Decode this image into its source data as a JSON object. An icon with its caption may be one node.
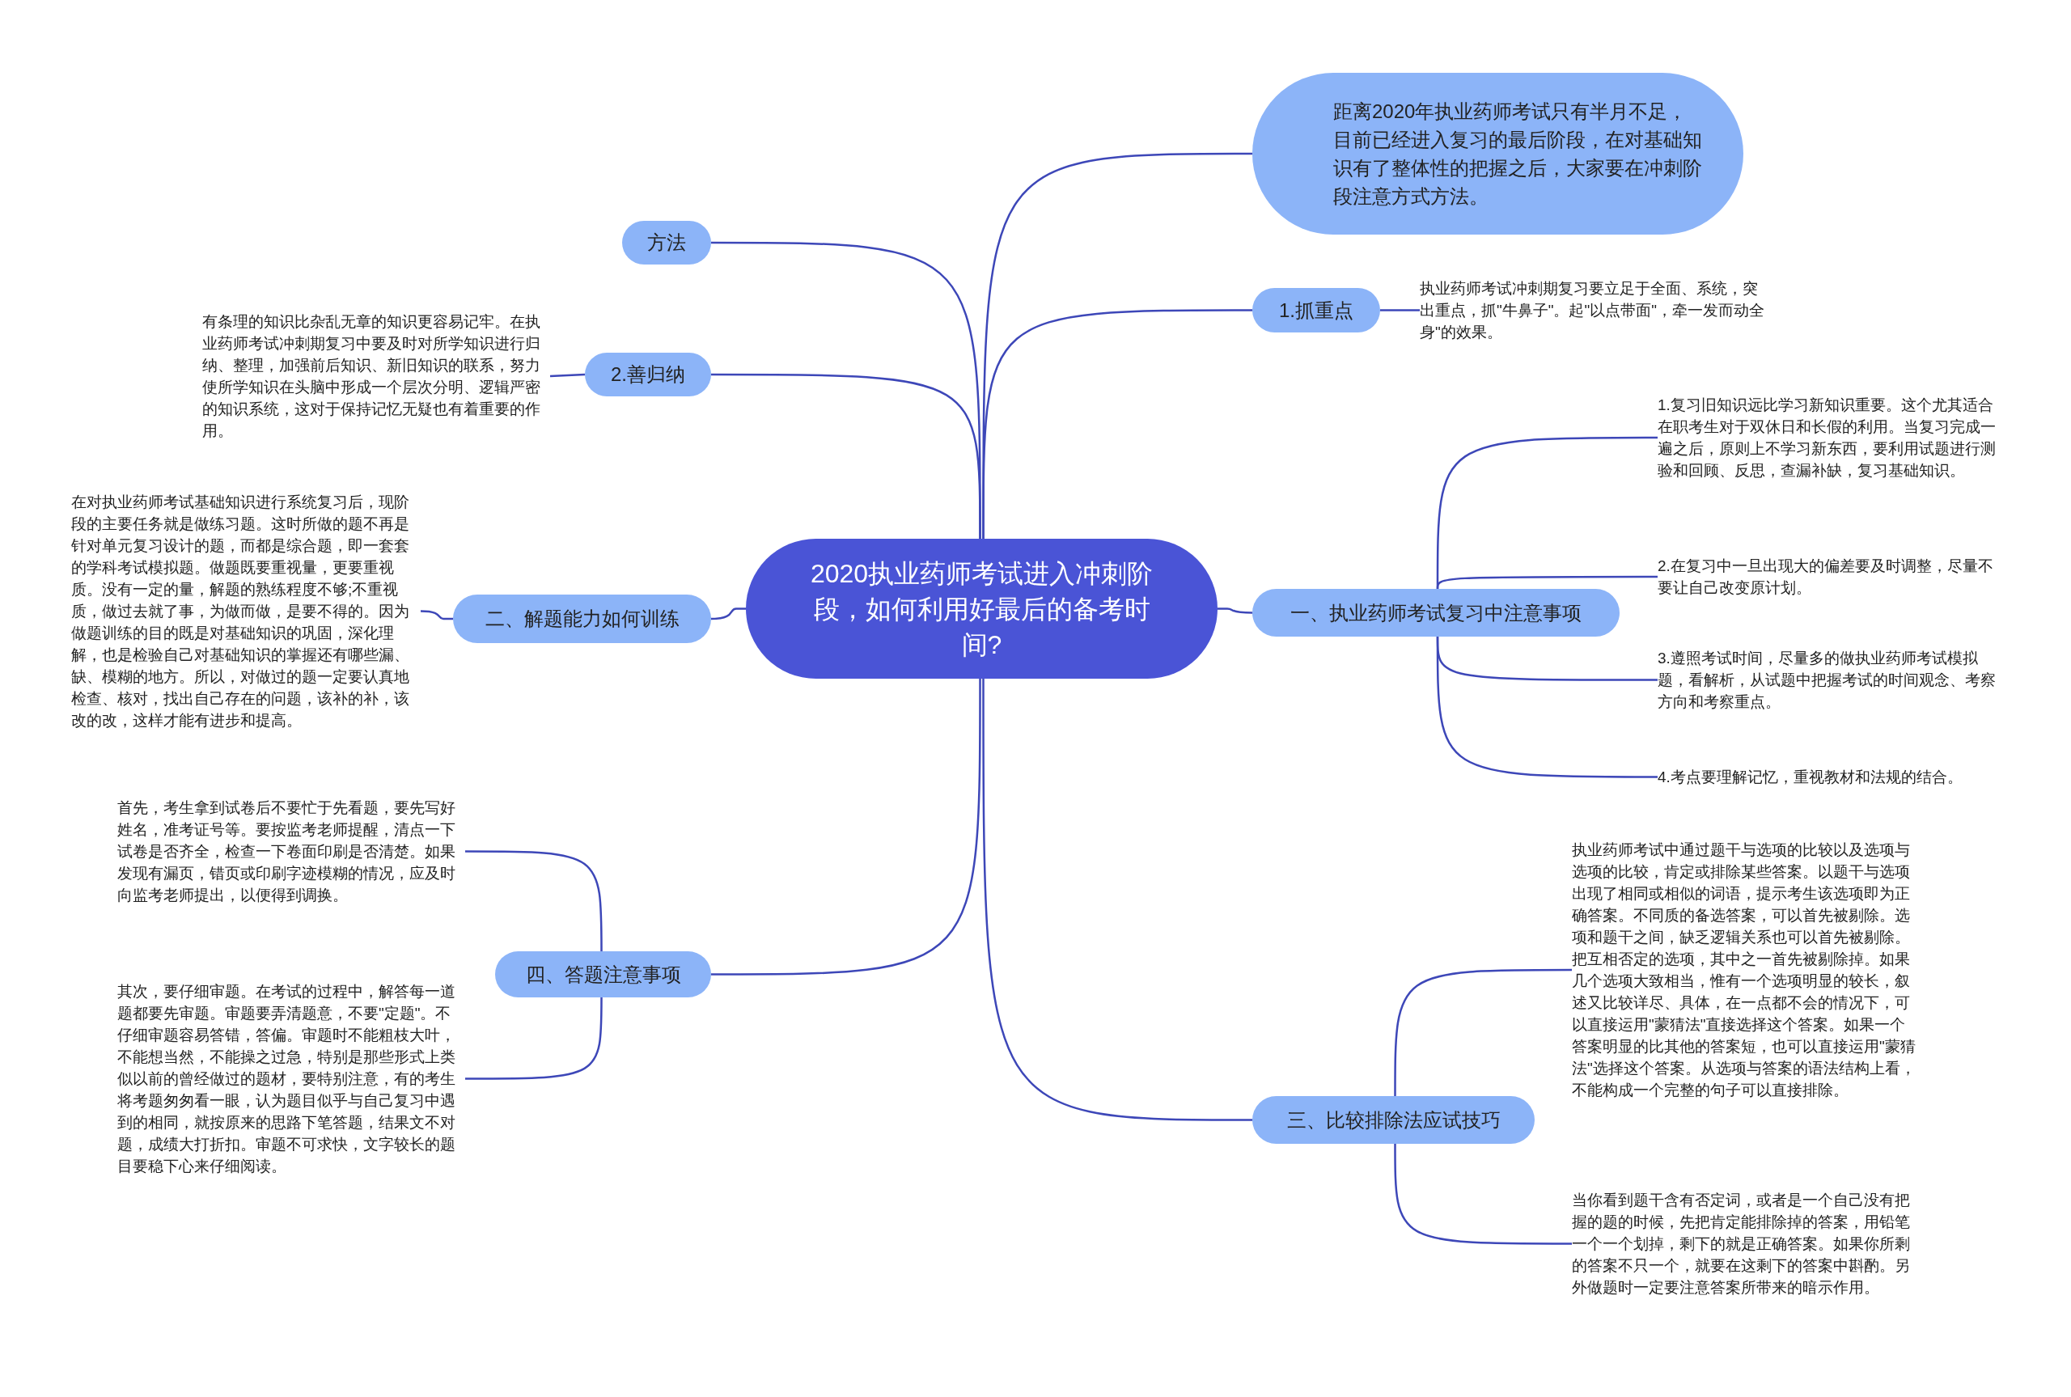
{
  "diagram": {
    "nodes": [
      {
        "text": [
          "2020执业药师考试进入冲刺阶段，如何利用好最后的备考时间?"
        ]
      },
      {
        "text": [
          "距离2020年执业药师考试只有半月不足，目前已经进入复习的最后阶段，在对基础知识有了整体性的把握之后，大家要在冲刺阶段注意方式方法。"
        ]
      },
      {
        "text": [
          "方法"
        ]
      },
      {
        "text": [
          "2.善归纳"
        ]
      },
      {
        "text": [
          "有条理的知识比杂乱无章的知识更容易记牢。在执业药师考试冲刺期复习中要及时对所学知识进行归纳、整理，加强前后知识、新旧知识的联系，努力使所学知识在头脑中形成一个层次分明、逻辑严密的知识系统，这对于保持记忆无疑也有着重要的作用。"
        ]
      },
      {
        "text": [
          "1.抓重点"
        ]
      },
      {
        "text": [
          "执业药师考试冲刺期复习要立足于全面、系统，突出重点，抓\"牛鼻子\"。起\"以点带面\"，牵一发而动全身\"的效果。"
        ]
      },
      {
        "text": [
          "一、执业药师考试复习中注意事项"
        ]
      },
      {
        "text": [
          "1.复习旧知识远比学习新知识重要。这个尤其适合在职考生对于双休日和长假的利用。当复习完成一遍之后，原则上不学习新东西，要利用试题进行测验和回顾、反思，查漏补缺，复习基础知识。"
        ]
      },
      {
        "text": [
          "2.在复习中一旦出现大的偏差要及时调整，尽量不要让自己改变原计划。"
        ]
      },
      {
        "text": [
          "3.遵照考试时间，尽量多的做执业药师考试模拟题，看解析，从试题中把握考试的时间观念、考察方向和考察重点。"
        ]
      },
      {
        "text": [
          "4.考点要理解记忆，重视教材和法规的结合。"
        ]
      },
      {
        "text": [
          "二、解题能力如何训练"
        ]
      },
      {
        "text": [
          "在对执业药师考试基础知识进行系统复习后，现阶段的主要任务就是做练习题。这时所做的题不再是针对单元复习设计的题，而都是综合题，即一套套的学科考试模拟题。做题既要重视量，更要重视质。没有一定的量，解题的熟练程度不够;不重视质，做过去就了事，为做而做，是要不得的。因为做题训练的目的既是对基础知识的巩固，深化理解，也是检验自己对基础知识的掌握还有哪些漏、缺、模糊的地方。所以，对做过的题一定要认真地检查、核对，找出自己存在的问题，该补的补，该改的改，这样才能有进步和提高。"
        ]
      },
      {
        "text": [
          "四、答题注意事项"
        ]
      },
      {
        "text": [
          "首先，考生拿到试卷后不要忙于先看题，要先写好姓名，准考证号等。要按监考老师提醒，清点一下试卷是否齐全，检查一下卷面印刷是否清楚。如果发现有漏页，错页或印刷字迹模糊的情况，应及时向监考老师提出，以便得到调换。"
        ]
      },
      {
        "text": [
          "其次，要仔细审题。在考试的过程中，解答每一道题都要先审题。审题要弄清题意，不要\"定题\"。不仔细审题容易答错，答偏。审题时不能粗枝大叶，不能想当然，不能操之过急，特别是那些形式上类似以前的曾经做过的题材，要特别注意，有的考生将考题匆匆看一眼，认为题目似乎与自己复习中遇到的相同，就按原来的思路下笔答题，结果文不对题，成绩大打折扣。审题不可求快，文字较长的题目要稳下心来仔细阅读。"
        ]
      },
      {
        "text": [
          "三、比较排除法应试技巧"
        ]
      },
      {
        "text": [
          "执业药师考试中通过题干与选项的比较以及选项与选项的比较，肯定或排除某些答案。以题干与选项出现了相同或相似的词语，提示考生该选项即为正确答案。不同质的备选答案，可以首先被剔除。选项和题干之间，缺乏逻辑关系也可以首先被剔除。把互相否定的选项，其中之一首先被剔除掉。如果几个选项大致相当，惟有一个选项明显的较长，叙述又比较详尽、具体，在一点都不会的情况下，可以直接运用\"蒙猜法\"直接选择这个答案。如果一个答案明显的比其他的答案短，也可以直接运用\"蒙猜法\"选择这个答案。从选项与答案的语法结构上看，不能构成一个完整的句子可以直接排除。"
        ]
      },
      {
        "text": [
          "当你看到题干含有否定词，或者是一个自己没有把握的题的时候，先把肯定能排除掉的答案，用铅笔一个一个划掉，剩下的就是正确答案。如果你所剩的答案不只一个，就要在这剩下的答案中斟酌。另外做题时一定要注意答案所带来的暗示作用。"
        ]
      }
    ],
    "edges": [
      {
        "from": 0,
        "to": 1,
        "arrow": "none"
      },
      {
        "from": 0,
        "to": 2,
        "arrow": "none"
      },
      {
        "from": 0,
        "to": 3,
        "arrow": "none"
      },
      {
        "from": 3,
        "to": 4,
        "arrow": "none"
      },
      {
        "from": 0,
        "to": 5,
        "arrow": "none"
      },
      {
        "from": 5,
        "to": 6,
        "arrow": "none"
      },
      {
        "from": 0,
        "to": 7,
        "arrow": "none"
      },
      {
        "from": 7,
        "to": 8,
        "arrow": "none"
      },
      {
        "from": 7,
        "to": 9,
        "arrow": "none"
      },
      {
        "from": 7,
        "to": 10,
        "arrow": "none"
      },
      {
        "from": 7,
        "to": 11,
        "arrow": "none"
      },
      {
        "from": 0,
        "to": 12,
        "arrow": "none"
      },
      {
        "from": 12,
        "to": 13,
        "arrow": "none"
      },
      {
        "from": 0,
        "to": 14,
        "arrow": "none"
      },
      {
        "from": 14,
        "to": 15,
        "arrow": "none"
      },
      {
        "from": 14,
        "to": 16,
        "arrow": "none"
      },
      {
        "from": 0,
        "to": 17,
        "arrow": "none"
      },
      {
        "from": 17,
        "to": 18,
        "arrow": "none"
      },
      {
        "from": 17,
        "to": 19,
        "arrow": "none"
      }
    ]
  }
}
